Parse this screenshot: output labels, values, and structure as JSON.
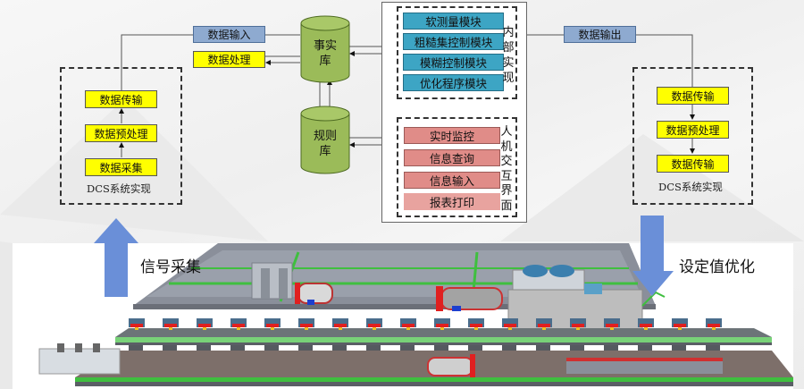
{
  "left_dcs": {
    "boxes": [
      "数据传输",
      "数据预处理",
      "数据采集"
    ],
    "caption": "DCS系统实现"
  },
  "right_dcs": {
    "boxes": [
      "数据传输",
      "数据预处理",
      "数据传输"
    ],
    "caption": "DCS系统实现"
  },
  "data_input_label": "数据输入",
  "data_processing_label": "数据处理",
  "data_output_label": "数据输出",
  "fact_db": {
    "line1": "事实",
    "line2": "库"
  },
  "rule_db": {
    "line1": "规则",
    "line2": "库"
  },
  "internal": {
    "modules": [
      "软测量模块",
      "粗糙集控制模块",
      "模糊控制模块",
      "优化程序模块"
    ],
    "side_label": [
      "内",
      "部",
      "实",
      "现"
    ]
  },
  "hmi": {
    "items": [
      "实时监控",
      "信息查询",
      "信息输入",
      "报表打印"
    ],
    "side_label": [
      "人",
      "机",
      "交",
      "互",
      "界",
      "面"
    ]
  },
  "signal_label": "信号采集",
  "setpoint_label": "设定值优化",
  "colors": {
    "yellow_box": "#ffff00",
    "io_box": "#8eaad0",
    "module_box": "#3da5c4",
    "hmi_box": "#e08c88",
    "db_green": "#9bbb59",
    "big_arrow": "#6a8fd8"
  }
}
